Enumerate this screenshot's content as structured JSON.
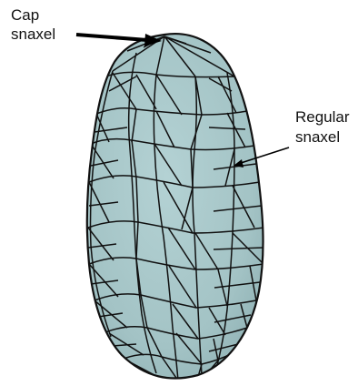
{
  "labels": {
    "cap": [
      "Cap",
      "snaxel"
    ],
    "regular": [
      "Regular",
      "snaxel"
    ]
  },
  "colors": {
    "surface": "#a6c6c8",
    "surface_shade": "#8fb1b4",
    "mesh_line": "#111111",
    "outline": "#111111",
    "arrow": "#000000"
  }
}
